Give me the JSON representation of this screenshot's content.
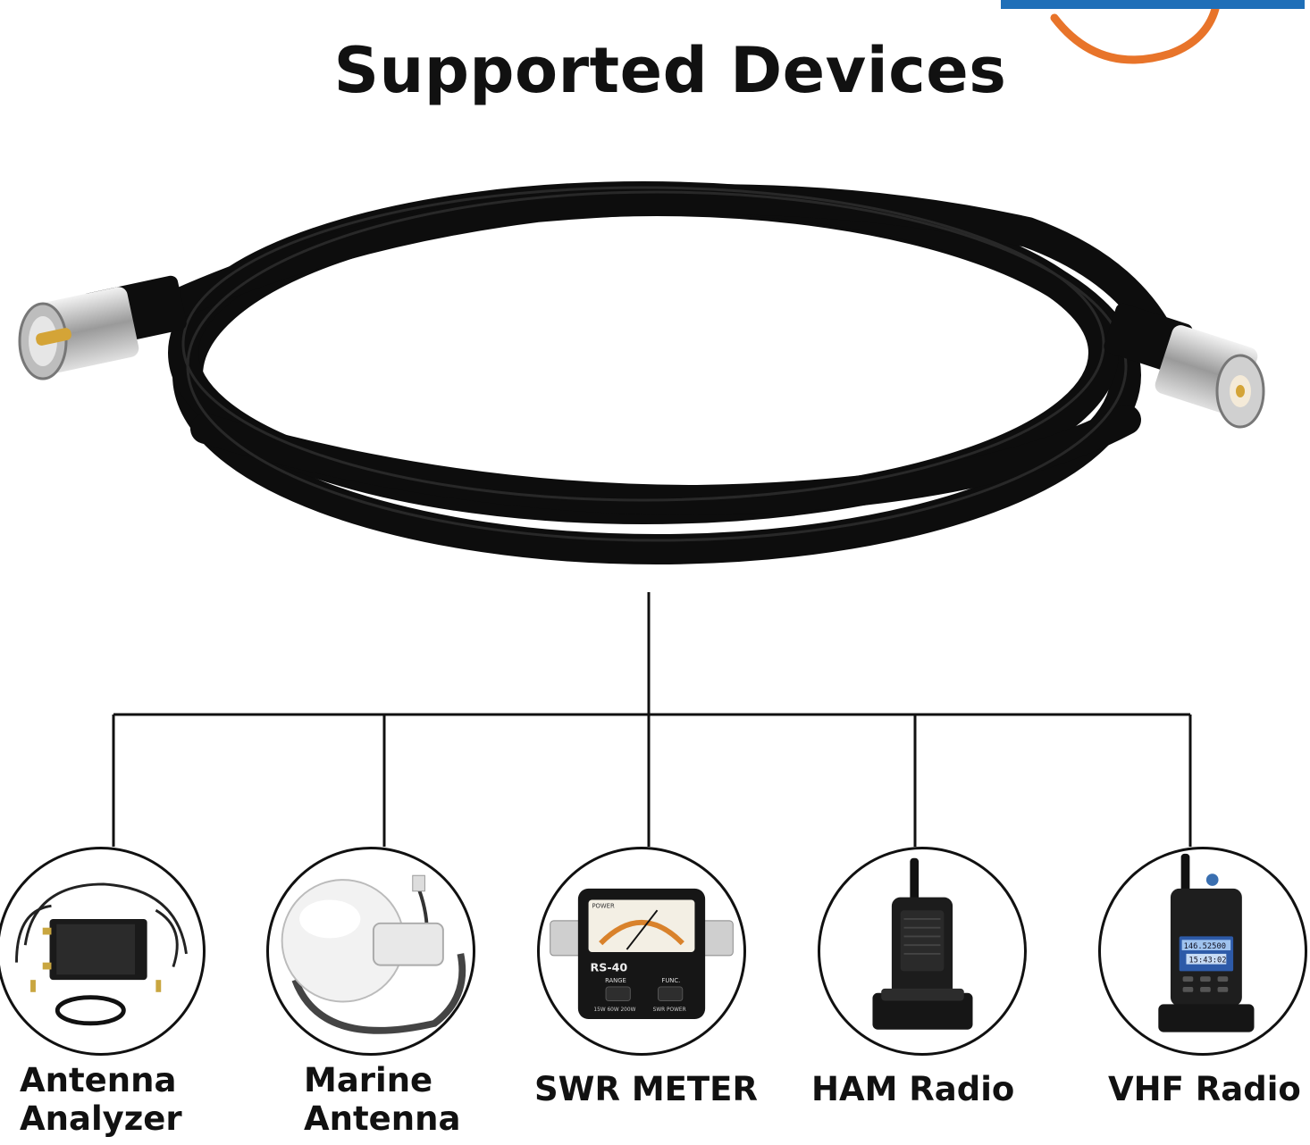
{
  "title": "Supported Devices",
  "colors": {
    "logo_blue": "#1f6fb8",
    "logo_orange": "#e8742a",
    "cable": "#0d0d0d",
    "connector": "#c9c9c9",
    "gold": "#d4a437"
  },
  "devices": [
    {
      "id": "antenna-analyzer",
      "lines": [
        "Antenna",
        "Analyzer"
      ],
      "icon": "antenna-analyzer-icon"
    },
    {
      "id": "marine-antenna",
      "lines": [
        "Marine",
        "Antenna"
      ],
      "icon": "marine-antenna-icon"
    },
    {
      "id": "swr-meter",
      "lines": [
        "SWR METER"
      ],
      "icon": "swr-meter-icon",
      "device_text": {
        "model": "RS-40",
        "power": "POWER",
        "range": "RANGE",
        "func": "FUNC.",
        "range_values": "15W 60W 200W",
        "func_values": "SWR   POWER"
      }
    },
    {
      "id": "ham-radio",
      "lines": [
        "HAM Radio"
      ],
      "icon": "ham-radio-icon"
    },
    {
      "id": "vhf-radio",
      "lines": [
        "VHF Radio"
      ],
      "icon": "vhf-radio-icon",
      "screen_text": [
        "146.52500",
        "15:43:02"
      ]
    }
  ]
}
